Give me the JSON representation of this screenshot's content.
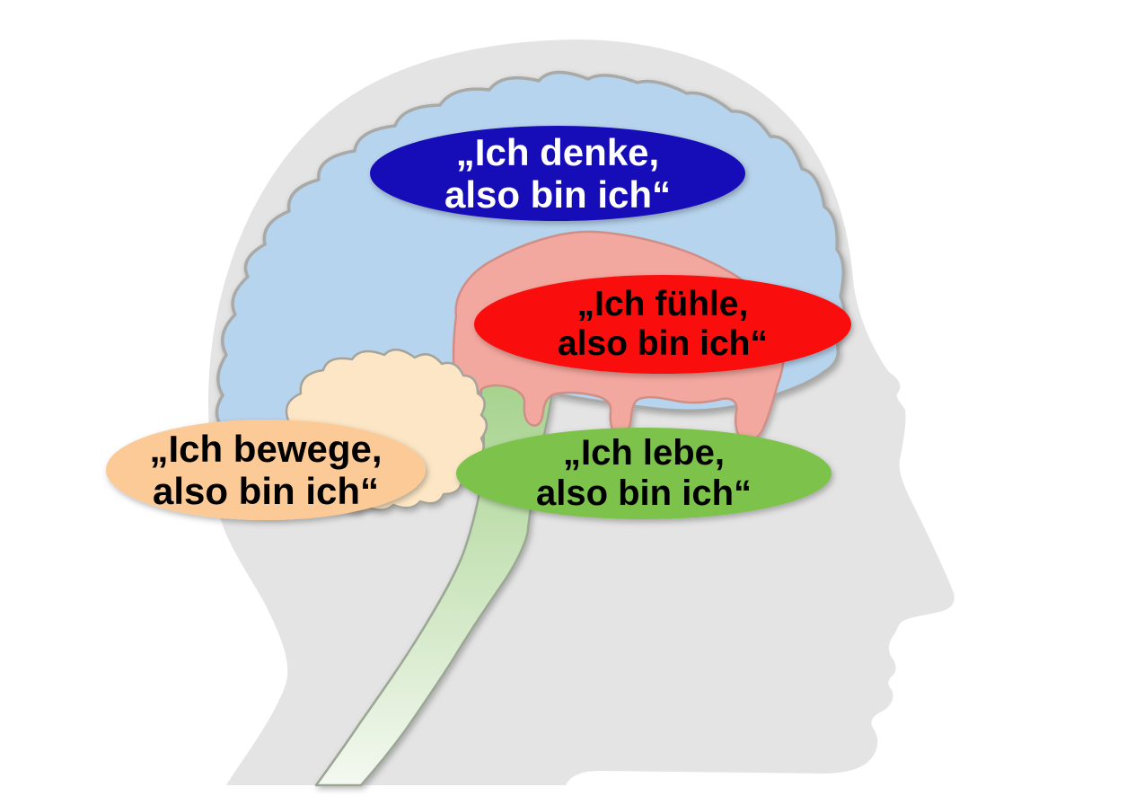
{
  "diagram": {
    "background_color": "#ffffff",
    "head": {
      "description": "head-profile-silhouette-facing-right",
      "color": "#e4e4e4"
    },
    "regions": {
      "cerebrum": {
        "color": "#b7d4ee",
        "stroke": "#a9a9a7"
      },
      "limbic": {
        "color": "#f3a89f",
        "stroke": "#cf8f87"
      },
      "cerebellum": {
        "color": "#fce6c5",
        "stroke": "#a5a49b"
      },
      "brainstem": {
        "gradient_top": "#a5d28c",
        "gradient_bottom": "#f5f9f2",
        "stroke": "#9ba695"
      }
    },
    "bubbles": [
      {
        "id": "denken",
        "line1": "„Ich denke,",
        "line2": "also bin ich“",
        "fill": "#160fb8",
        "text_color": "#ffffff"
      },
      {
        "id": "fuehlen",
        "line1": "„Ich fühle,",
        "line2": "also bin ich“",
        "fill": "#f90d0b",
        "text_color": "#000000"
      },
      {
        "id": "bewegen",
        "line1": "„Ich bewege,",
        "line2": "also bin ich“",
        "fill": "#fbca96",
        "text_color": "#000000"
      },
      {
        "id": "leben",
        "line1": "„Ich lebe,",
        "line2": "also bin ich“",
        "fill": "#7cc24b",
        "text_color": "#000000"
      }
    ]
  }
}
